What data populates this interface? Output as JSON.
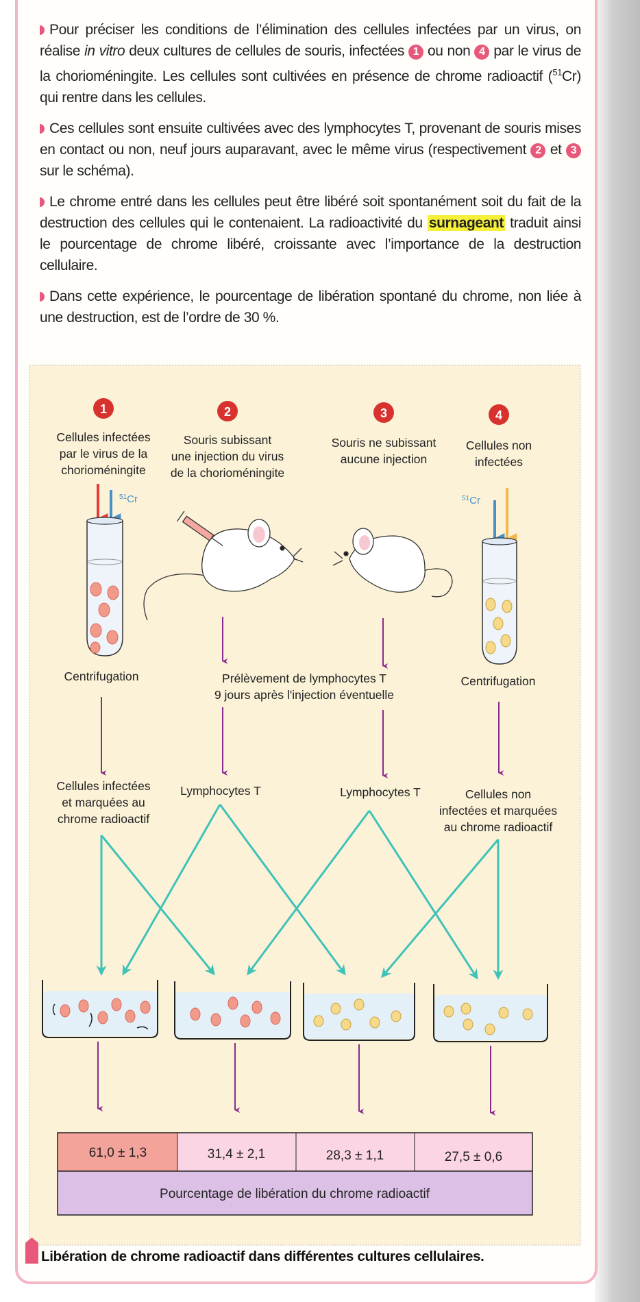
{
  "paragraphs": {
    "p1": {
      "a": "Pour préciser les conditions de l’élimination des cellules infectées par un virus, on réalise ",
      "em": "in vitro",
      "b": " deux cultures de cellules de souris, infectées ",
      "n1": "1",
      "c": " ou non ",
      "n2": "4",
      "d": " par le virus de la chorioméningite. Les cellules sont cultivées en présence de chrome radioactif (",
      "sup": "51",
      "e": "Cr) qui rentre dans les cellules."
    },
    "p2": {
      "a": "Ces cellules sont ensuite cultivées avec des lymphocytes T, provenant de souris mises en contact ou non, neuf jours auparavant, avec le même virus (respectivement ",
      "n1": "2",
      "b": " et ",
      "n2": "3",
      "c": " sur le schéma)."
    },
    "p3": {
      "a": "Le chrome entré dans les cellules peut être libéré soit spontanément soit du fait de la destruction des cellules qui le contenaient. La radioactivité du ",
      "hl": "surnageant",
      "b": " traduit ainsi le pourcentage de chrome libéré, croissante avec l’importance de la destruction cellulaire."
    },
    "p4": {
      "a": "Dans cette expérience, le pourcentage de libération spontané du chrome, non liée à une destruction, est de l’ordre de 30 %."
    }
  },
  "diagram": {
    "columns": [
      {
        "num": "1",
        "lines": [
          "Cellules infectées",
          "par le virus de la",
          "chorioméningite"
        ]
      },
      {
        "num": "2",
        "lines": [
          "Souris subissant",
          "une injection du virus",
          "de la chorioméningite"
        ]
      },
      {
        "num": "3",
        "lines": [
          "Souris ne subissant",
          "aucune injection"
        ]
      },
      {
        "num": "4",
        "lines": [
          "Cellules non",
          "infectées"
        ]
      }
    ],
    "cr_label": {
      "sup": "51",
      "base": "Cr"
    },
    "centrifugation": "Centrifugation",
    "prelevement": [
      "Prélèvement de lymphocytes T",
      "9 jours après l'injection éventuelle"
    ],
    "row_labels": {
      "infected": [
        "Cellules infectées",
        "et marquées au",
        "chrome radioactif"
      ],
      "lympho": "Lymphocytes T",
      "non_infected": [
        "Cellules non",
        "infectées et marquées",
        "au chrome radioactif"
      ]
    },
    "results": [
      "61,0 ± 1,3",
      "31,4 ± 2,1",
      "28,3 ± 1,1",
      "27,5 ± 0,6"
    ],
    "results_label": "Pourcentage de libération du chrome radioactif"
  },
  "caption": "Libération de chrome radioactif dans différentes cultures cellulaires.",
  "colors": {
    "accent": "#e8587a",
    "number_badge": "#d7322e",
    "teal": "#3fc2b8",
    "purple": "#8a2a8c",
    "red_arrow": "#e63b3b",
    "blue_arrow": "#4a90c8",
    "orange_arrow": "#f2b64a",
    "box_bg": "#fbf2d8"
  }
}
